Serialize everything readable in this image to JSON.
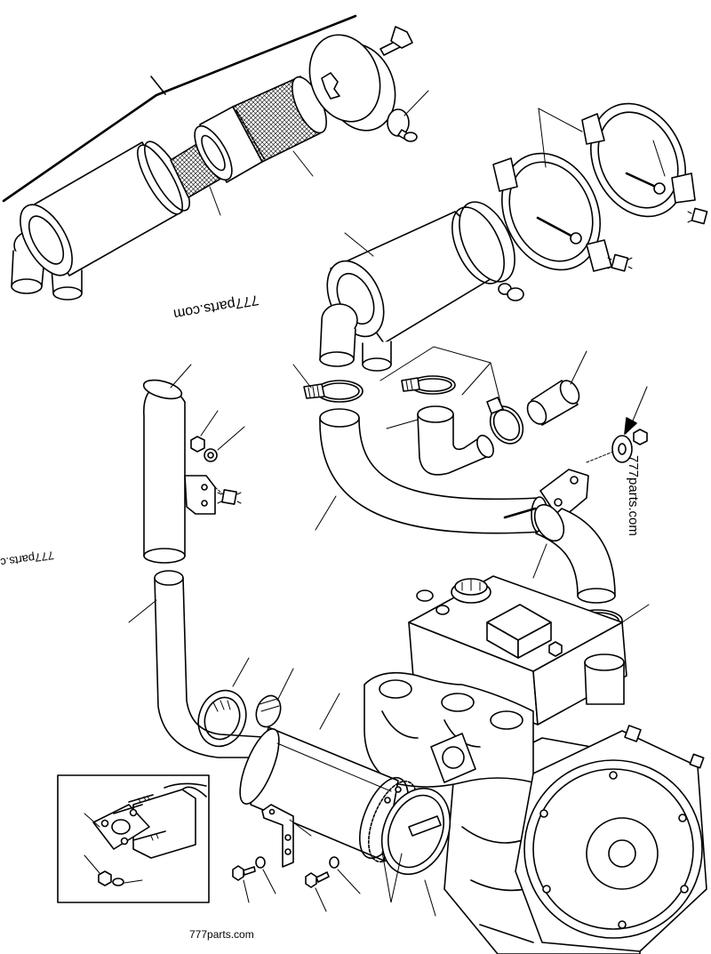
{
  "watermarks": {
    "top": "777parts.com",
    "left": "777parts.c",
    "right": "777parts.com"
  },
  "footer": {
    "site": "777parts.com"
  },
  "colors": {
    "line": "#000000",
    "background": "#ffffff"
  }
}
